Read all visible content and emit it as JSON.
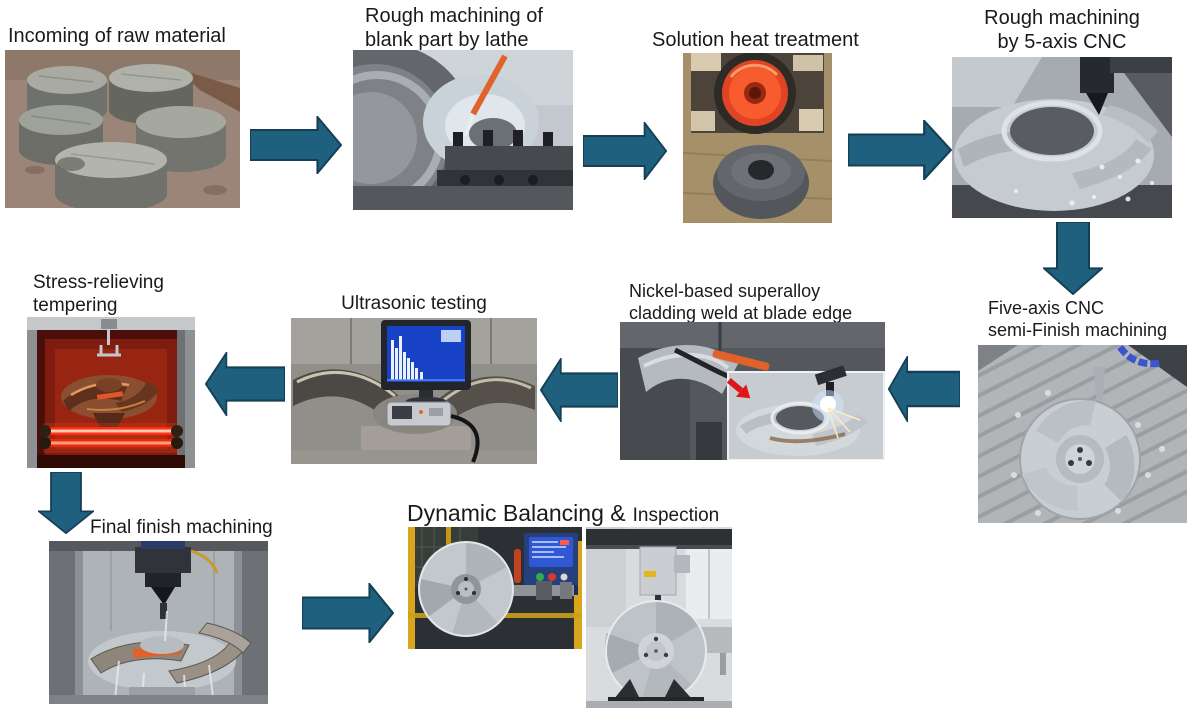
{
  "colors": {
    "background": "#FFFFFF",
    "arrow_fill": "#20607F",
    "arrow_stroke": "#153F55",
    "text": "#1A1A1A"
  },
  "steps": {
    "raw_material": {
      "label": "Incoming of raw material"
    },
    "lathe": {
      "line1": "Rough machining of",
      "line2": "blank part by lathe"
    },
    "heat_treatment": {
      "label": "Solution heat treatment"
    },
    "rough_cnc": {
      "line1": "Rough machining",
      "line2": "by 5-axis CNC"
    },
    "semi_finish": {
      "line1": "Five-axis CNC",
      "line2": "semi-Finish machining"
    },
    "cladding": {
      "line1": "Nickel-based superalloy",
      "line2": "cladding weld at blade edge"
    },
    "ultrasonic": {
      "label": "Ultrasonic testing"
    },
    "tempering": {
      "line1": "Stress-relieving",
      "line2": "tempering"
    },
    "final_finish": {
      "label": "Final finish machining"
    },
    "balancing_inspection": {
      "label_main": "Dynamic Balancing &",
      "label_sub": "Inspection"
    }
  }
}
